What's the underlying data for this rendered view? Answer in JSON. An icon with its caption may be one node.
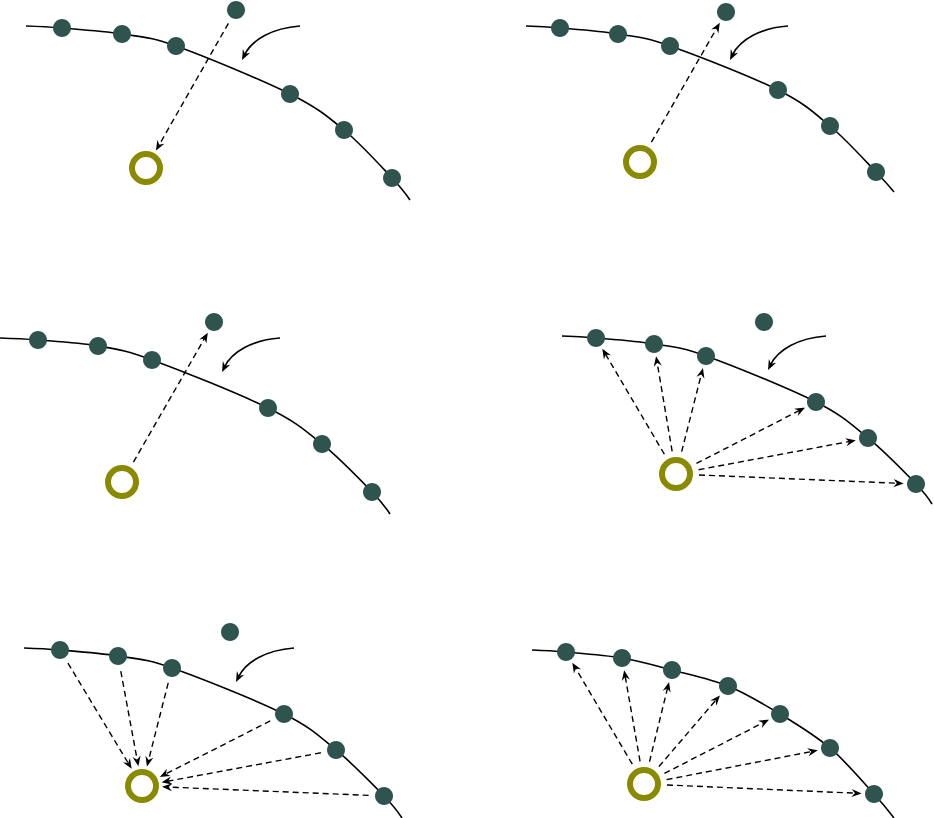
{
  "diagram": {
    "nodes": [
      {
        "text": [],
        "shape": "dot"
      },
      {
        "text": [],
        "shape": "dot"
      },
      {
        "text": [],
        "shape": "dot"
      },
      {
        "text": [],
        "shape": "dot"
      },
      {
        "text": [],
        "shape": "dot"
      },
      {
        "text": [],
        "shape": "dot"
      },
      {
        "text": [],
        "shape": "dot"
      },
      {
        "text": [],
        "shape": "ring"
      },
      {
        "text": [],
        "shape": "dot"
      },
      {
        "text": [],
        "shape": "dot"
      },
      {
        "text": [],
        "shape": "dot"
      },
      {
        "text": [],
        "shape": "dot"
      },
      {
        "text": [],
        "shape": "dot"
      },
      {
        "text": [],
        "shape": "dot"
      },
      {
        "text": [],
        "shape": "dot"
      },
      {
        "text": [],
        "shape": "ring"
      },
      {
        "text": [],
        "shape": "dot"
      },
      {
        "text": [],
        "shape": "dot"
      },
      {
        "text": [],
        "shape": "dot"
      },
      {
        "text": [],
        "shape": "dot"
      },
      {
        "text": [],
        "shape": "dot"
      },
      {
        "text": [],
        "shape": "dot"
      },
      {
        "text": [],
        "shape": "dot"
      },
      {
        "text": [],
        "shape": "ring"
      },
      {
        "text": [],
        "shape": "dot"
      },
      {
        "text": [],
        "shape": "dot"
      },
      {
        "text": [],
        "shape": "dot"
      },
      {
        "text": [],
        "shape": "dot"
      },
      {
        "text": [],
        "shape": "dot"
      },
      {
        "text": [],
        "shape": "dot"
      },
      {
        "text": [],
        "shape": "dot"
      },
      {
        "text": [],
        "shape": "ring"
      },
      {
        "text": [],
        "shape": "dot"
      },
      {
        "text": [],
        "shape": "dot"
      },
      {
        "text": [],
        "shape": "dot"
      },
      {
        "text": [],
        "shape": "dot"
      },
      {
        "text": [],
        "shape": "dot"
      },
      {
        "text": [],
        "shape": "dot"
      },
      {
        "text": [],
        "shape": "dot"
      },
      {
        "text": [],
        "shape": "ring"
      },
      {
        "text": [],
        "shape": "dot"
      },
      {
        "text": [],
        "shape": "dot"
      },
      {
        "text": [],
        "shape": "dot"
      },
      {
        "text": [],
        "shape": "dot"
      },
      {
        "text": [],
        "shape": "dot"
      },
      {
        "text": [],
        "shape": "dot"
      },
      {
        "text": [],
        "shape": "dot"
      },
      {
        "text": [],
        "shape": "ring"
      }
    ],
    "edges": [
      {
        "from": 6,
        "to": 7,
        "arrow": "to"
      },
      {
        "from": 15,
        "to": 14,
        "arrow": "to"
      },
      {
        "from": 23,
        "to": 22,
        "arrow": "to"
      },
      {
        "from": 31,
        "to": 24,
        "arrow": "to"
      },
      {
        "from": 31,
        "to": 25,
        "arrow": "to"
      },
      {
        "from": 31,
        "to": 26,
        "arrow": "to"
      },
      {
        "from": 31,
        "to": 27,
        "arrow": "to"
      },
      {
        "from": 31,
        "to": 28,
        "arrow": "to"
      },
      {
        "from": 31,
        "to": 29,
        "arrow": "to"
      },
      {
        "from": 32,
        "to": 39,
        "arrow": "to"
      },
      {
        "from": 33,
        "to": 39,
        "arrow": "to"
      },
      {
        "from": 34,
        "to": 39,
        "arrow": "to"
      },
      {
        "from": 35,
        "to": 39,
        "arrow": "to"
      },
      {
        "from": 36,
        "to": 39,
        "arrow": "to"
      },
      {
        "from": 37,
        "to": 39,
        "arrow": "to"
      },
      {
        "from": 47,
        "to": 40,
        "arrow": "to"
      },
      {
        "from": 47,
        "to": 41,
        "arrow": "to"
      },
      {
        "from": 47,
        "to": 42,
        "arrow": "to"
      },
      {
        "from": 47,
        "to": 43,
        "arrow": "to"
      },
      {
        "from": 47,
        "to": 44,
        "arrow": "to"
      },
      {
        "from": 47,
        "to": 45,
        "arrow": "to"
      },
      {
        "from": 47,
        "to": 46,
        "arrow": "to"
      }
    ]
  }
}
